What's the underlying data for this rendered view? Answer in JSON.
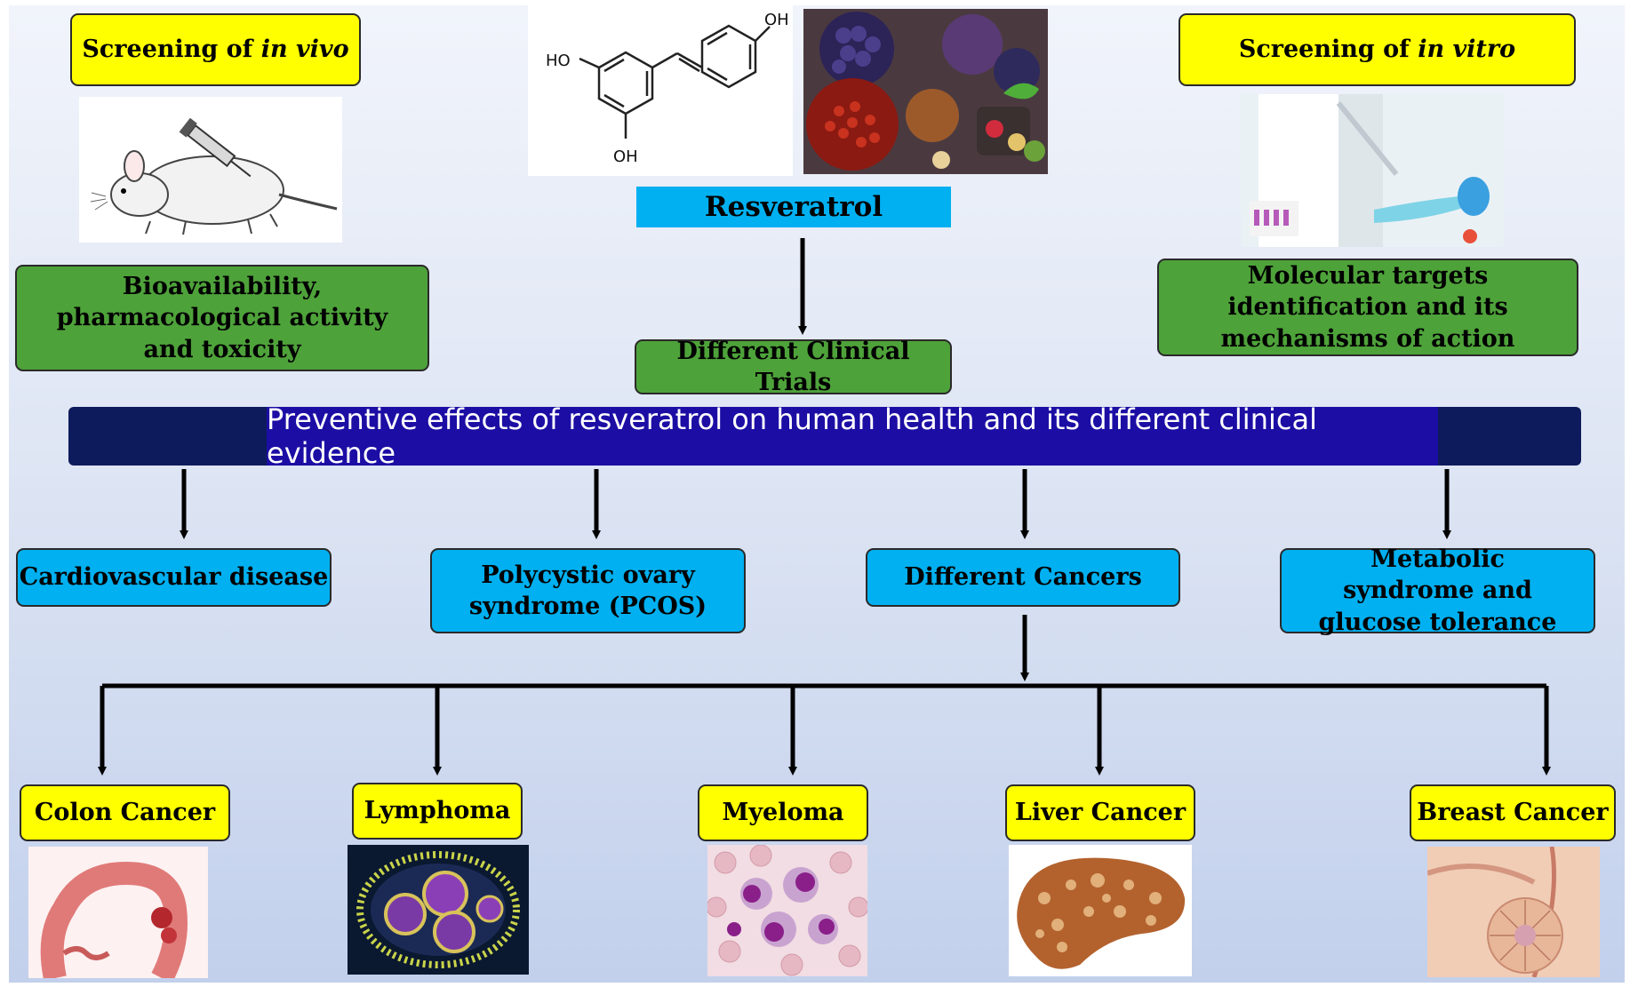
{
  "top_left": {
    "title_prefix": "Screening of ",
    "title_italic": "in vivo",
    "green_label": "Bioavailability, pharmacological activity and toxicity"
  },
  "top_right": {
    "title_prefix": "Screening of ",
    "title_italic": "in vitro",
    "green_label": "Molecular targets identification and its mechanisms of action"
  },
  "center": {
    "compound": "Resveratrol",
    "trials": "Different Clinical Trials",
    "molecule_labels": {
      "oh_top": "OH",
      "ho_left": "HO",
      "oh_bottom": "OH"
    }
  },
  "banner": "Preventive effects of resveratrol on human health and its different clinical evidence",
  "effects": [
    "Cardiovascular disease",
    "Polycystic ovary syndrome (PCOS)",
    "Different Cancers",
    "Metabolic syndrome and glucose tolerance"
  ],
  "cancers": [
    "Colon Cancer",
    "Lymphoma",
    "Myeloma",
    "Liver Cancer",
    "Breast Cancer"
  ],
  "colors": {
    "yellow": "#ffff00",
    "green": "#4ea23a",
    "blue": "#00b0f0",
    "banner": "#1c0ea4"
  }
}
